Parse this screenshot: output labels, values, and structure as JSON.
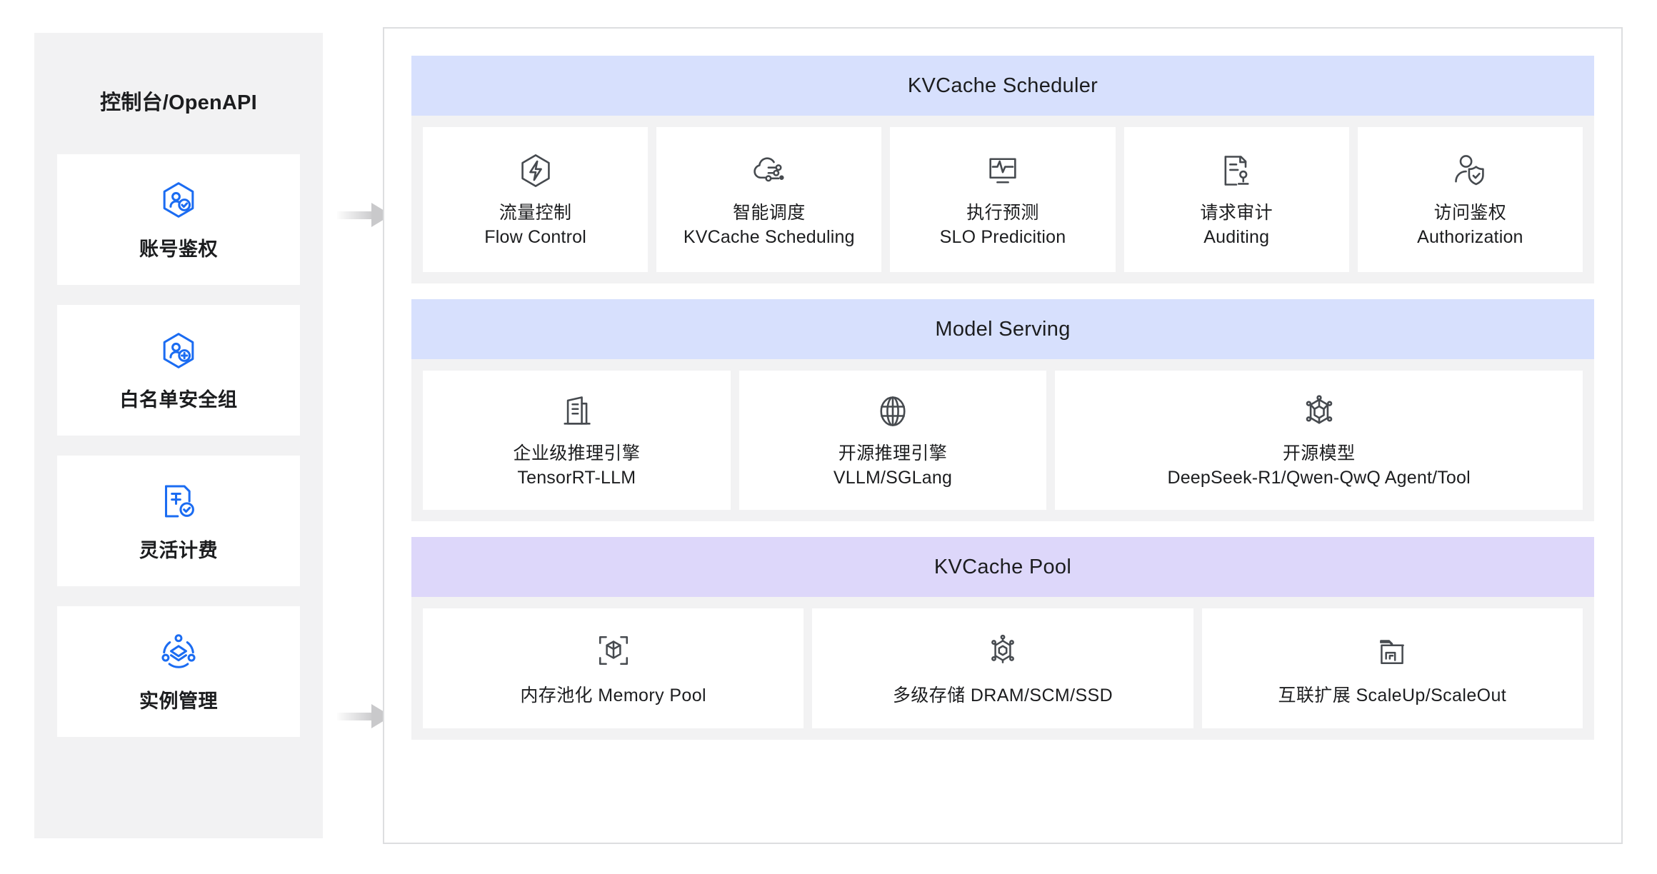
{
  "sidebar": {
    "title": "控制台/OpenAPI",
    "items": [
      {
        "label": "账号鉴权",
        "icon": "user-check-hexagon-icon"
      },
      {
        "label": "白名单安全组",
        "icon": "user-add-hexagon-icon"
      },
      {
        "label": "灵活计费",
        "icon": "billing-document-icon"
      },
      {
        "label": "实例管理",
        "icon": "instance-cluster-icon"
      }
    ]
  },
  "arrows": [
    {
      "name": "arrow-to-scheduler"
    },
    {
      "name": "arrow-to-pool"
    }
  ],
  "sections": [
    {
      "title": "KVCache Scheduler",
      "header_color": "#d7e0fd",
      "cards": [
        {
          "cn": "流量控制",
          "en": "Flow Control",
          "icon": "hexagon-bolt-icon"
        },
        {
          "cn": "智能调度",
          "en": "KVCache Scheduling",
          "icon": "cloud-settings-icon"
        },
        {
          "cn": "执行预测",
          "en": "SLO Predicition",
          "icon": "monitor-pulse-icon"
        },
        {
          "cn": "请求审计",
          "en": "Auditing",
          "icon": "document-stamp-icon"
        },
        {
          "cn": "访问鉴权",
          "en": "Authorization",
          "icon": "user-shield-icon"
        }
      ]
    },
    {
      "title": "Model Serving",
      "header_color": "#d7e0fd",
      "cards": [
        {
          "cn": "企业级推理引擎",
          "en": "TensorRT-LLM",
          "icon": "building-icon"
        },
        {
          "cn": "开源推理引擎",
          "en": "VLLM/SGLang",
          "icon": "globe-icon"
        },
        {
          "cn": "开源模型",
          "en": "DeepSeek-R1/Qwen-QwQ Agent/Tool",
          "icon": "cube-node-icon"
        }
      ]
    },
    {
      "title": "KVCache Pool",
      "header_color": "#ddd7fa",
      "cards": [
        {
          "single": "内存池化 Memory Pool",
          "icon": "cube-brackets-icon"
        },
        {
          "single": "多级存储 DRAM/SCM/SSD",
          "icon": "cube-network-icon"
        },
        {
          "single": "互联扩展 ScaleUp/ScaleOut",
          "icon": "folder-link-icon"
        }
      ]
    }
  ],
  "colors": {
    "accent_blue": "#1b6cf2",
    "icon_gray": "#464a4f",
    "panel_bg": "#f2f2f3",
    "arrow_gray": "#c9c9cb"
  }
}
